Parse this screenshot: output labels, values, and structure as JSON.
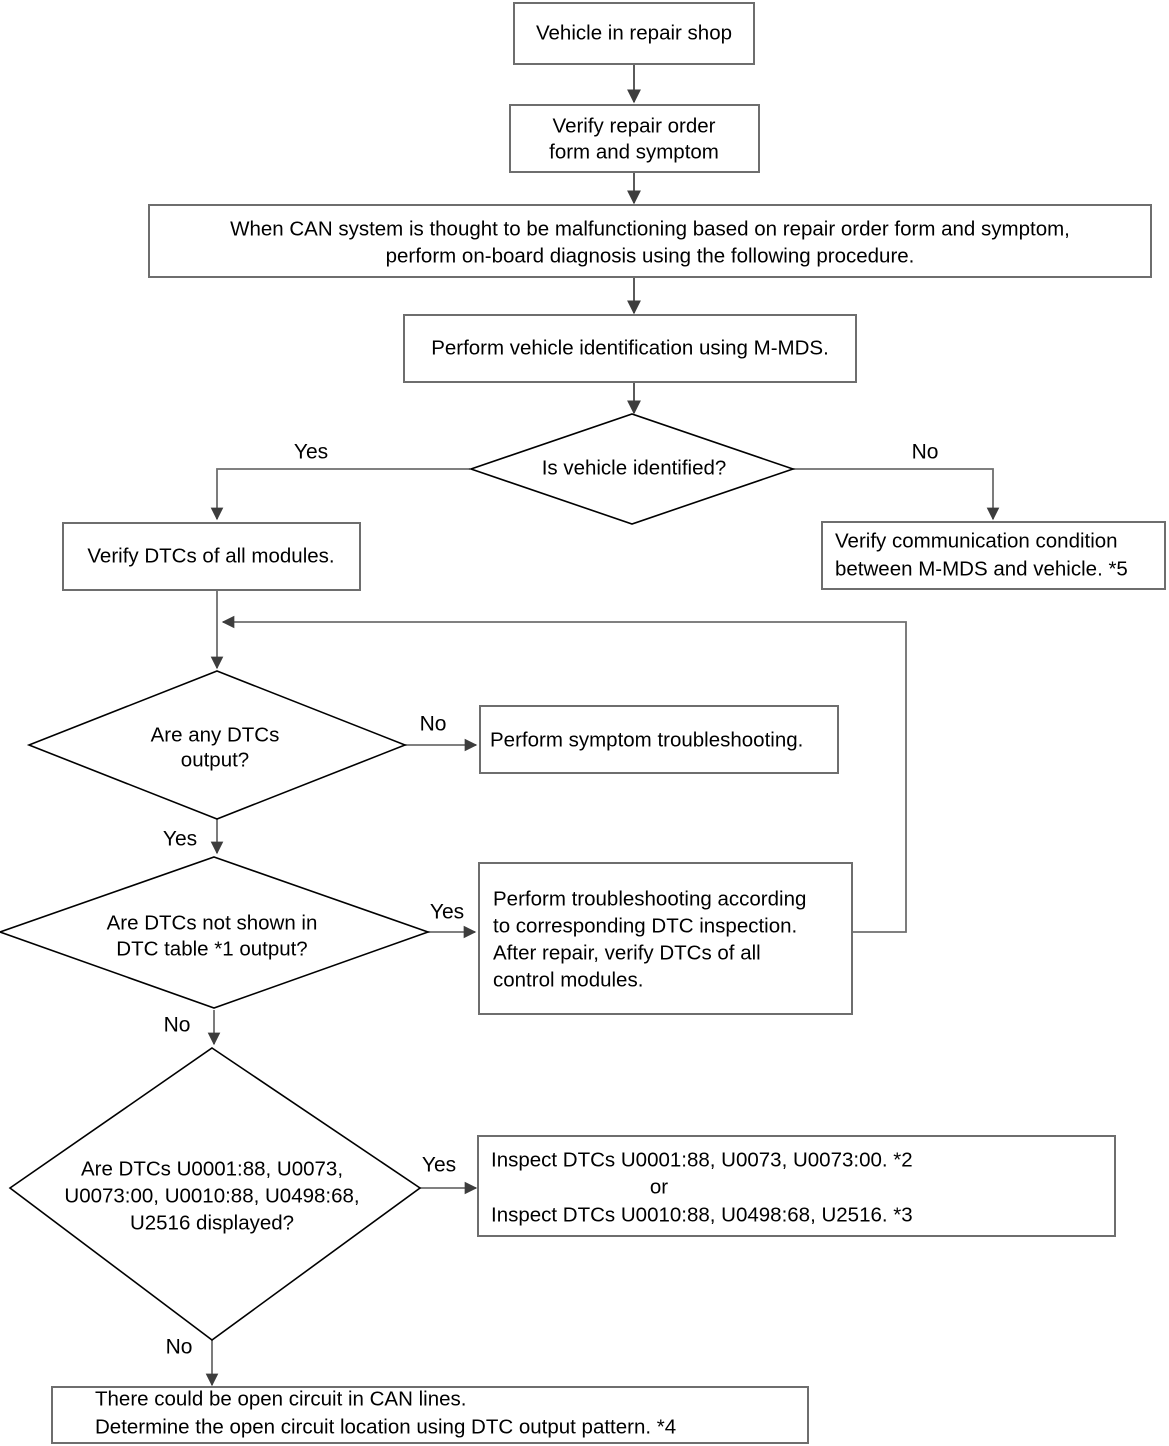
{
  "diagram": {
    "type": "flowchart",
    "title": "CAN system on-board diagnosis procedure flowchart",
    "nodes": {
      "start": {
        "shape": "process",
        "lines": [
          "Vehicle in repair shop"
        ]
      },
      "verify_order": {
        "shape": "process",
        "lines": [
          "Verify repair order",
          "form and symptom"
        ]
      },
      "can_note": {
        "shape": "process",
        "lines": [
          "When CAN system is thought to be malfunctioning based on repair order form and symptom,",
          "perform on-board diagnosis using the following procedure."
        ]
      },
      "vehicle_id": {
        "shape": "process",
        "lines": [
          "Perform vehicle identification using M-MDS."
        ]
      },
      "is_identified": {
        "shape": "decision",
        "lines": [
          "Is vehicle identified?"
        ]
      },
      "verify_dtcs": {
        "shape": "process",
        "lines": [
          "Verify DTCs of all modules."
        ]
      },
      "verify_comm": {
        "shape": "process",
        "lines": [
          "Verify communication condition",
          "between M-MDS and vehicle. *5"
        ]
      },
      "any_dtcs": {
        "shape": "decision",
        "lines": [
          "Are any DTCs",
          "output?"
        ]
      },
      "symptom_ts": {
        "shape": "process",
        "lines": [
          "Perform symptom troubleshooting."
        ]
      },
      "not_in_table": {
        "shape": "decision",
        "lines": [
          "Are DTCs not shown in",
          "DTC table *1 output?"
        ]
      },
      "perform_ts": {
        "shape": "process",
        "lines": [
          "Perform troubleshooting according",
          "to corresponding DTC inspection.",
          "After repair, verify DTCs of all",
          "control modules."
        ]
      },
      "specific_dtcs": {
        "shape": "decision",
        "lines": [
          "Are DTCs U0001:88, U0073,",
          "U0073:00, U0010:88, U0498:68,",
          "U2516 displayed?"
        ]
      },
      "inspect_dtcs": {
        "shape": "process",
        "lines": [
          "Inspect DTCs U0001:88, U0073, U0073:00.  *2",
          "or",
          "Inspect DTCs U0010:88, U0498:68, U2516.  *3"
        ]
      },
      "open_circuit": {
        "shape": "process",
        "lines": [
          "There could be open circuit in CAN lines.",
          "Determine the open circuit location using DTC output pattern.   *4"
        ]
      }
    },
    "edge_labels": {
      "identified_yes": "Yes",
      "identified_no": "No",
      "any_dtcs_no": "No",
      "any_dtcs_yes": "Yes",
      "not_in_table_yes": "Yes",
      "not_in_table_no": "No",
      "specific_yes": "Yes",
      "specific_no": "No"
    },
    "colors": {
      "background": "#ffffff",
      "box_stroke": "#6e6e6e",
      "diamond_stroke": "#000000",
      "connector": "#5a5a5a",
      "text": "#000000"
    }
  }
}
